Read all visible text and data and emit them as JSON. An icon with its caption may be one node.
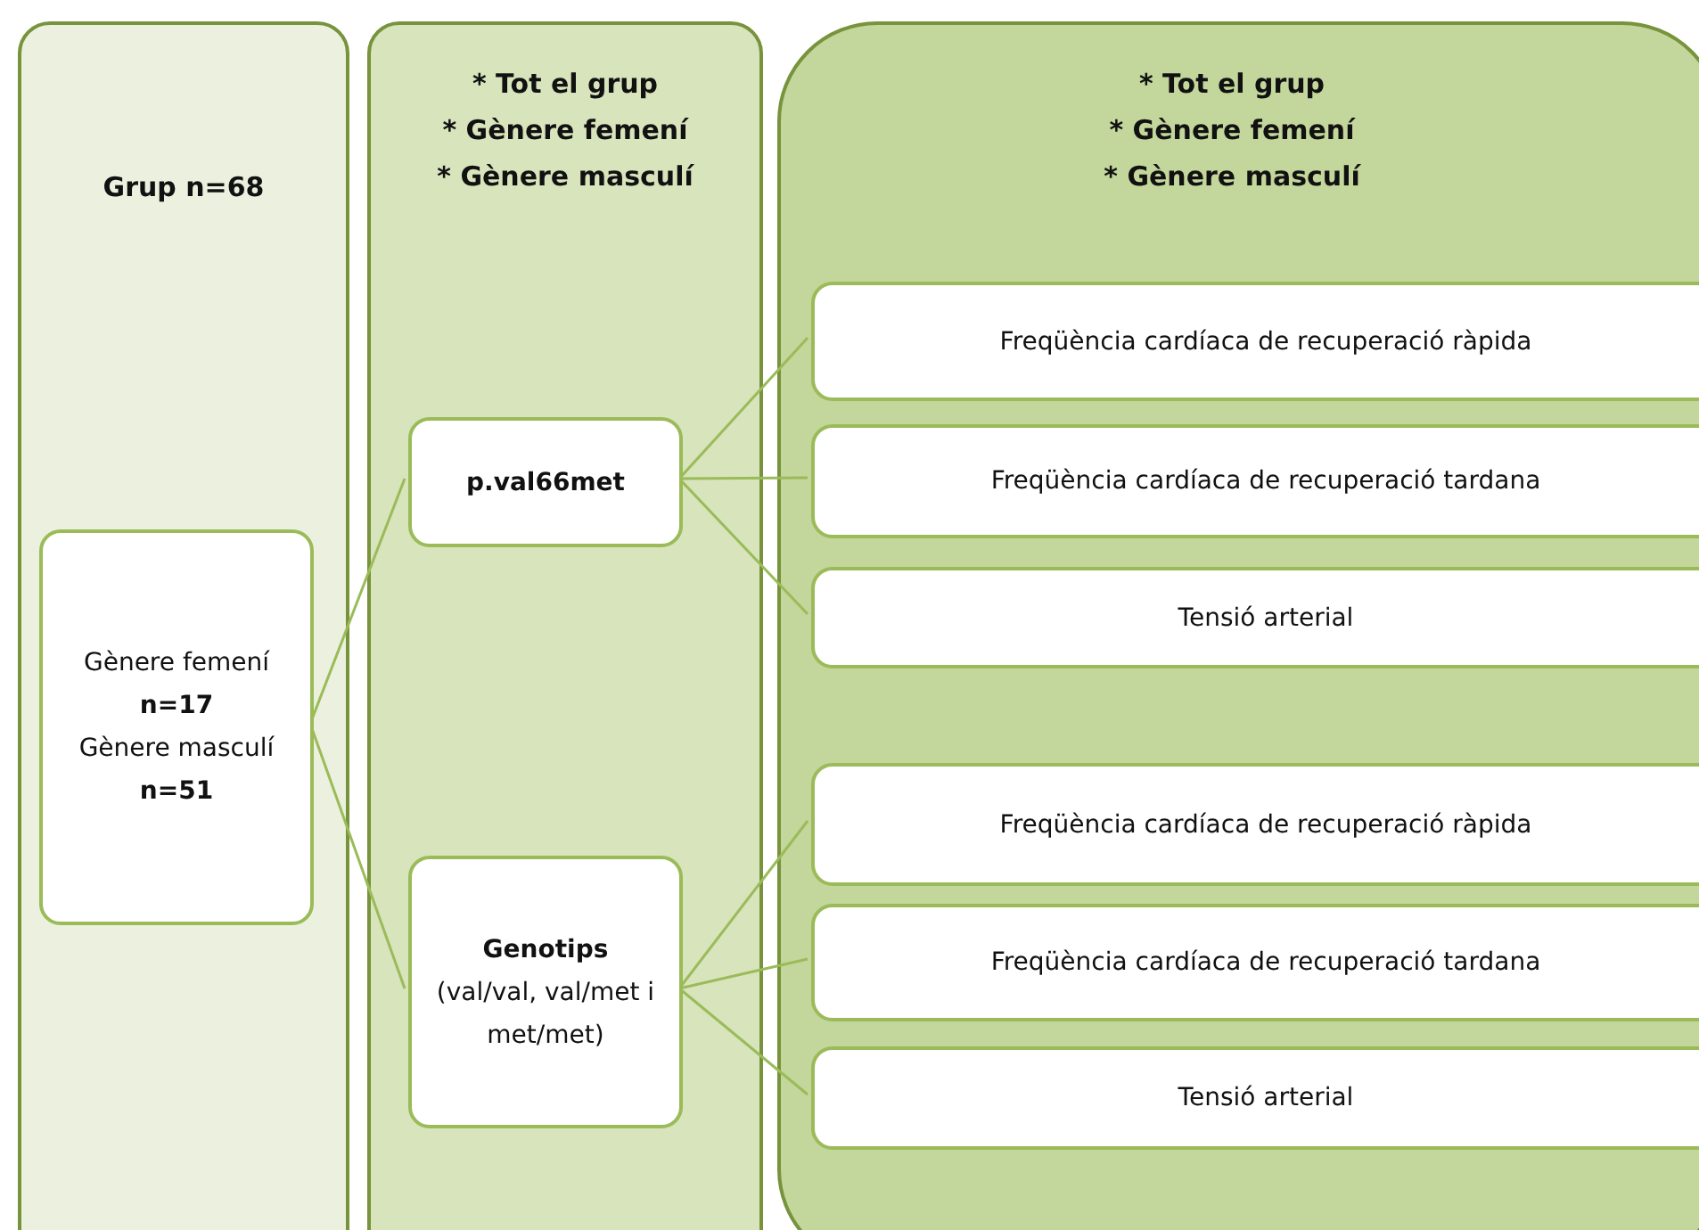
{
  "diagram": {
    "nodes": [
      {
        "text": [
          "Grup n=68"
        ]
      },
      {
        "text": [
          "* Tot el grup",
          "* Gènere femení",
          "* Gènere masculí"
        ]
      },
      {
        "text": [
          "* Tot el grup",
          "* Gènere femení",
          "* Gènere masculí"
        ]
      },
      {
        "text": [
          "Gènere femení",
          "**n=17**",
          "Gènere masculí",
          "**n=51**"
        ],
        "in": 0
      },
      {
        "text": [
          "**p.val66met**"
        ],
        "in": 1
      },
      {
        "text": [
          "**Genotips**",
          "(val/val, val/met i met/met)"
        ],
        "in": 1
      },
      {
        "text": [
          "Freqüència cardíaca de recuperació ràpida"
        ],
        "in": 2
      },
      {
        "text": [
          "Freqüència cardíaca de recuperació tardana"
        ],
        "in": 2
      },
      {
        "text": [
          "Tensió arterial"
        ],
        "in": 2
      },
      {
        "text": [
          "Freqüència cardíaca de recuperació ràpida"
        ],
        "in": 2
      },
      {
        "text": [
          "Freqüència cardíaca de recuperació tardana"
        ],
        "in": 2
      },
      {
        "text": [
          "Tensió arterial"
        ],
        "in": 2
      }
    ],
    "edges": [
      {
        "from": 3,
        "to": 4,
        "arrow": "none"
      },
      {
        "from": 3,
        "to": 5,
        "arrow": "none"
      },
      {
        "from": 4,
        "to": 6,
        "arrow": "none"
      },
      {
        "from": 4,
        "to": 7,
        "arrow": "none"
      },
      {
        "from": 4,
        "to": 8,
        "arrow": "none"
      },
      {
        "from": 5,
        "to": 9,
        "arrow": "none"
      },
      {
        "from": 5,
        "to": 10,
        "arrow": "none"
      },
      {
        "from": 5,
        "to": 11,
        "arrow": "none"
      }
    ]
  }
}
